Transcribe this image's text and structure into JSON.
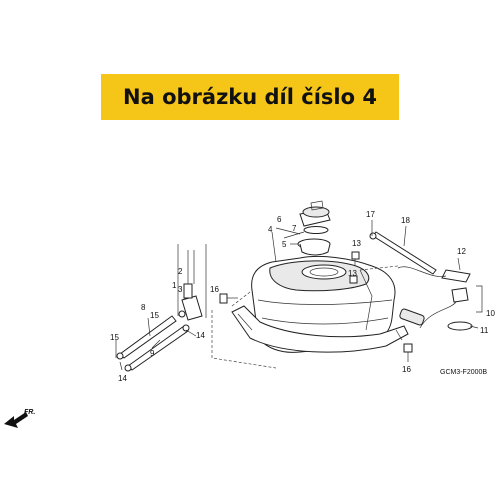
{
  "banner": {
    "text": "Na obrázku díl číslo 4",
    "color": "#f5c518"
  },
  "diagram": {
    "code": "GCM3-F2000B",
    "direction": "FR.",
    "labels": {
      "l1": "1",
      "l2": "2",
      "l3": "3",
      "l4": "4",
      "l5": "5",
      "l6": "6",
      "l7": "7",
      "l8": "8",
      "l9": "9",
      "l10": "10",
      "l11": "11",
      "l12": "12",
      "l13a": "13",
      "l13b": "13",
      "l14a": "14",
      "l14b": "14",
      "l15a": "15",
      "l15b": "15",
      "l16a": "16",
      "l16b": "16",
      "l17": "17",
      "l18": "18"
    }
  }
}
